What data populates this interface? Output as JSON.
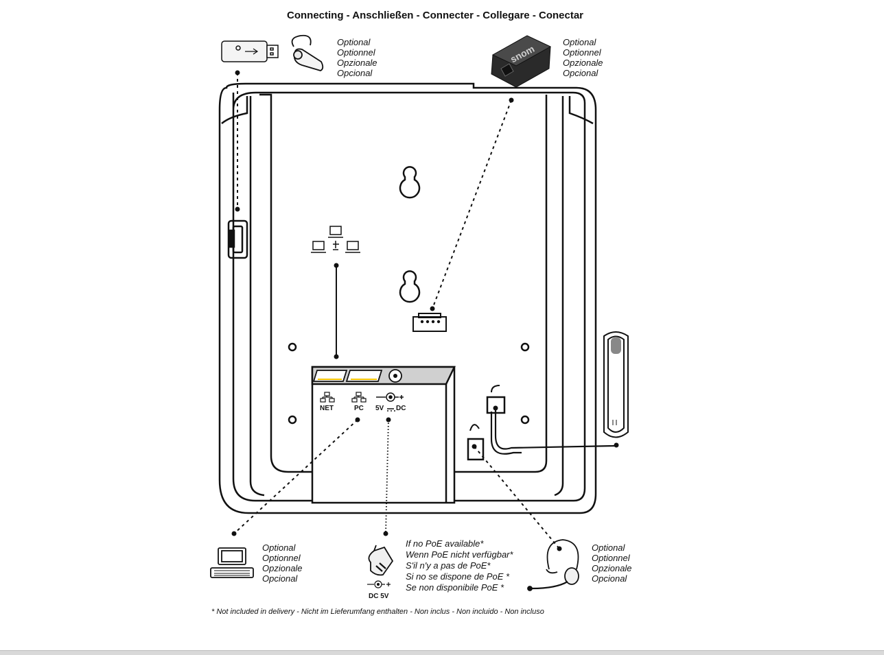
{
  "title": "Connecting - Anschließen - Connecter - Collegare - Conectar",
  "optional_labels": [
    "Optional",
    "Optionnel",
    "Opzionale",
    "Opcional"
  ],
  "ports": {
    "net": "NET",
    "pc": "PC",
    "power": "5V",
    "power_dc": "DC",
    "adapter": "DC 5V"
  },
  "power_supply_note": [
    "If no PoE available*",
    "Wenn PoE nicht verfügbar*",
    "S'il n'y a pas de PoE*",
    "Si no se dispone de PoE *",
    "Se non disponibile PoE *"
  ],
  "module_brand": "snom",
  "footnote": "* Not included in delivery - Nicht im Lieferumfang enthalten - Non inclus - Non incluido - Non incluso",
  "colors": {
    "line": "#111111",
    "port_highlight": "#f2c200",
    "panel": "#d0d0d0"
  }
}
